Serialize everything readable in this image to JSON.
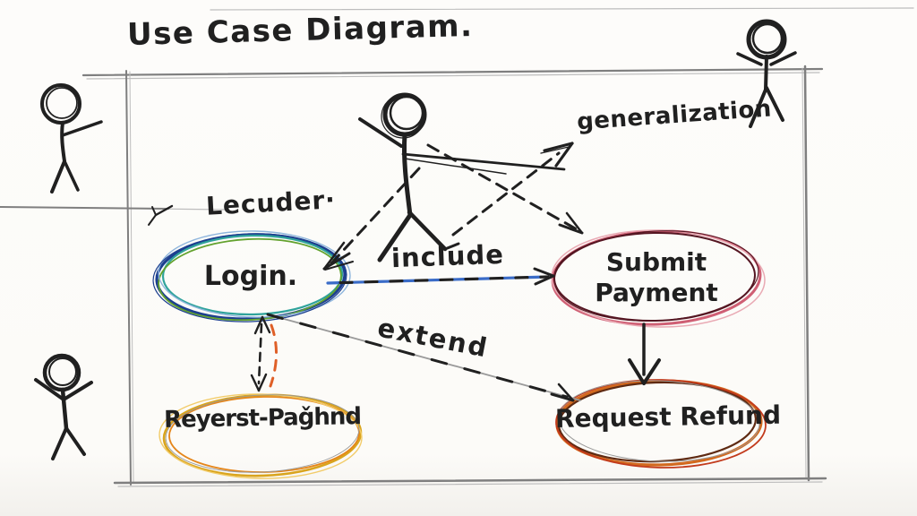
{
  "title": "Use Case Diagram.",
  "actors": {
    "left_upper_label": "Lecuder·"
  },
  "use_cases": {
    "login": {
      "label": "Login."
    },
    "submit_payment": {
      "label": "Submit\nPayment"
    },
    "request_refund": {
      "label": "Request Refund"
    },
    "reyerst_paghnd": {
      "label": "Reyerst-Paǧhnd"
    }
  },
  "relationships": {
    "include": {
      "label": "include"
    },
    "extend": {
      "label": "extend"
    },
    "generalization": {
      "label": "generalization"
    }
  },
  "colors": {
    "paper": "#fcfbf8",
    "ink": "#202020",
    "boundary_gray": "#7f7f7f",
    "boundary_light": "#bdbdbd",
    "sketch_gray": "#9a9a9a",
    "login_navy": "#1c3f8f",
    "login_teal": "#2fa39b",
    "login_green": "#63a22e",
    "login_sky": "#8fb6dd",
    "submit_rose": "#cf5f74",
    "submit_dark": "#551622",
    "submit_pink": "#e9aab4",
    "refund_orange": "#d2691e",
    "refund_dark": "#5f2a12",
    "refund_red": "#c23a1c",
    "reyerst_gold": "#d9a41d",
    "reyerst_orange": "#e5861a",
    "reyerst_light": "#f2cc6a",
    "include_blue": "#3a6cc8",
    "connector_orange": "#df5f27"
  }
}
